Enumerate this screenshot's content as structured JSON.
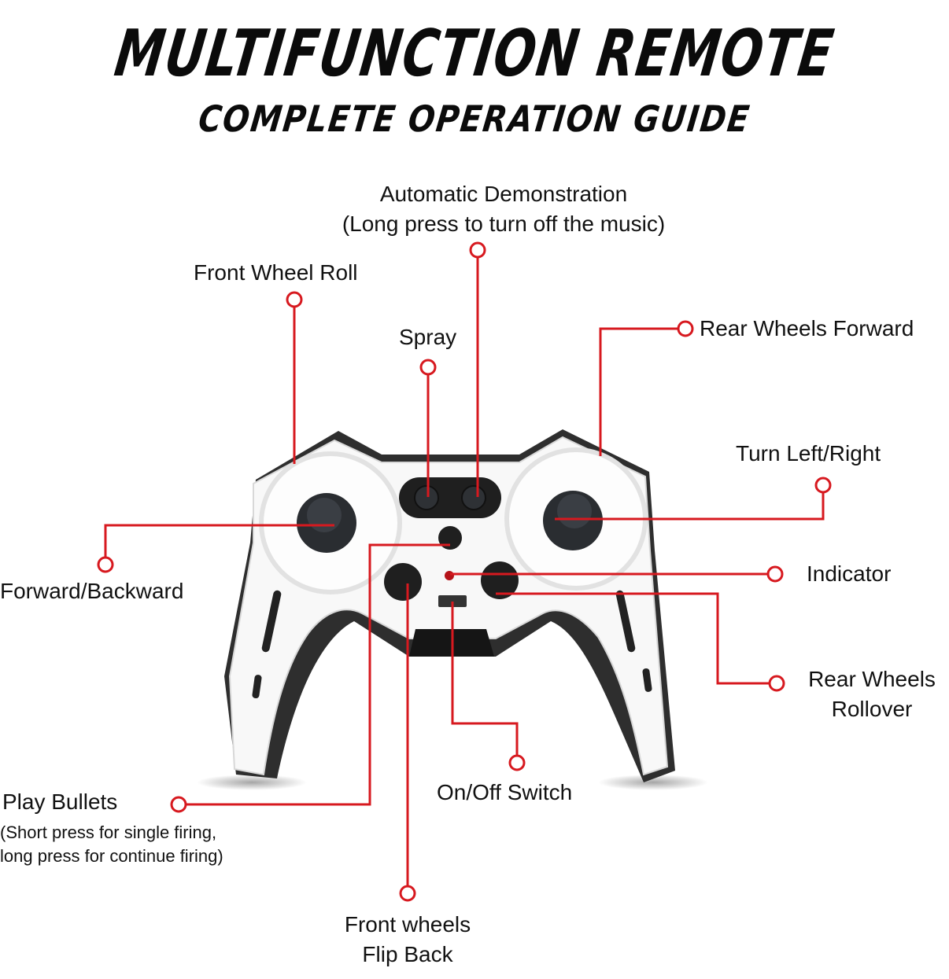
{
  "header": {
    "title": "MULTIFUNCTION REMOTE",
    "subtitle": "COMPLETE OPERATION GUIDE"
  },
  "callouts": {
    "auto_demo": {
      "title": "Automatic Demonstration",
      "note": "(Long press to turn off the music)"
    },
    "front_wheel_roll": "Front Wheel Roll",
    "spray": "Spray",
    "rear_wheels_forward": "Rear Wheels Forward",
    "turn": "Turn Left/Right",
    "forward_backward": "Forward/Backward",
    "indicator": "Indicator",
    "rear_wheels_rollover": {
      "line1": "Rear Wheels",
      "line2": "Rollover"
    },
    "on_off": "On/Off Switch",
    "play_bullets": {
      "title": "Play Bullets",
      "note1": "(Short press for single firing,",
      "note2": "long press for continue firing)"
    },
    "front_flip": {
      "line1": "Front wheels",
      "line2": "Flip Back"
    }
  },
  "colors": {
    "accent": "#d7191f",
    "body": "#f7f7f7",
    "dark": "#2b2b2b"
  }
}
